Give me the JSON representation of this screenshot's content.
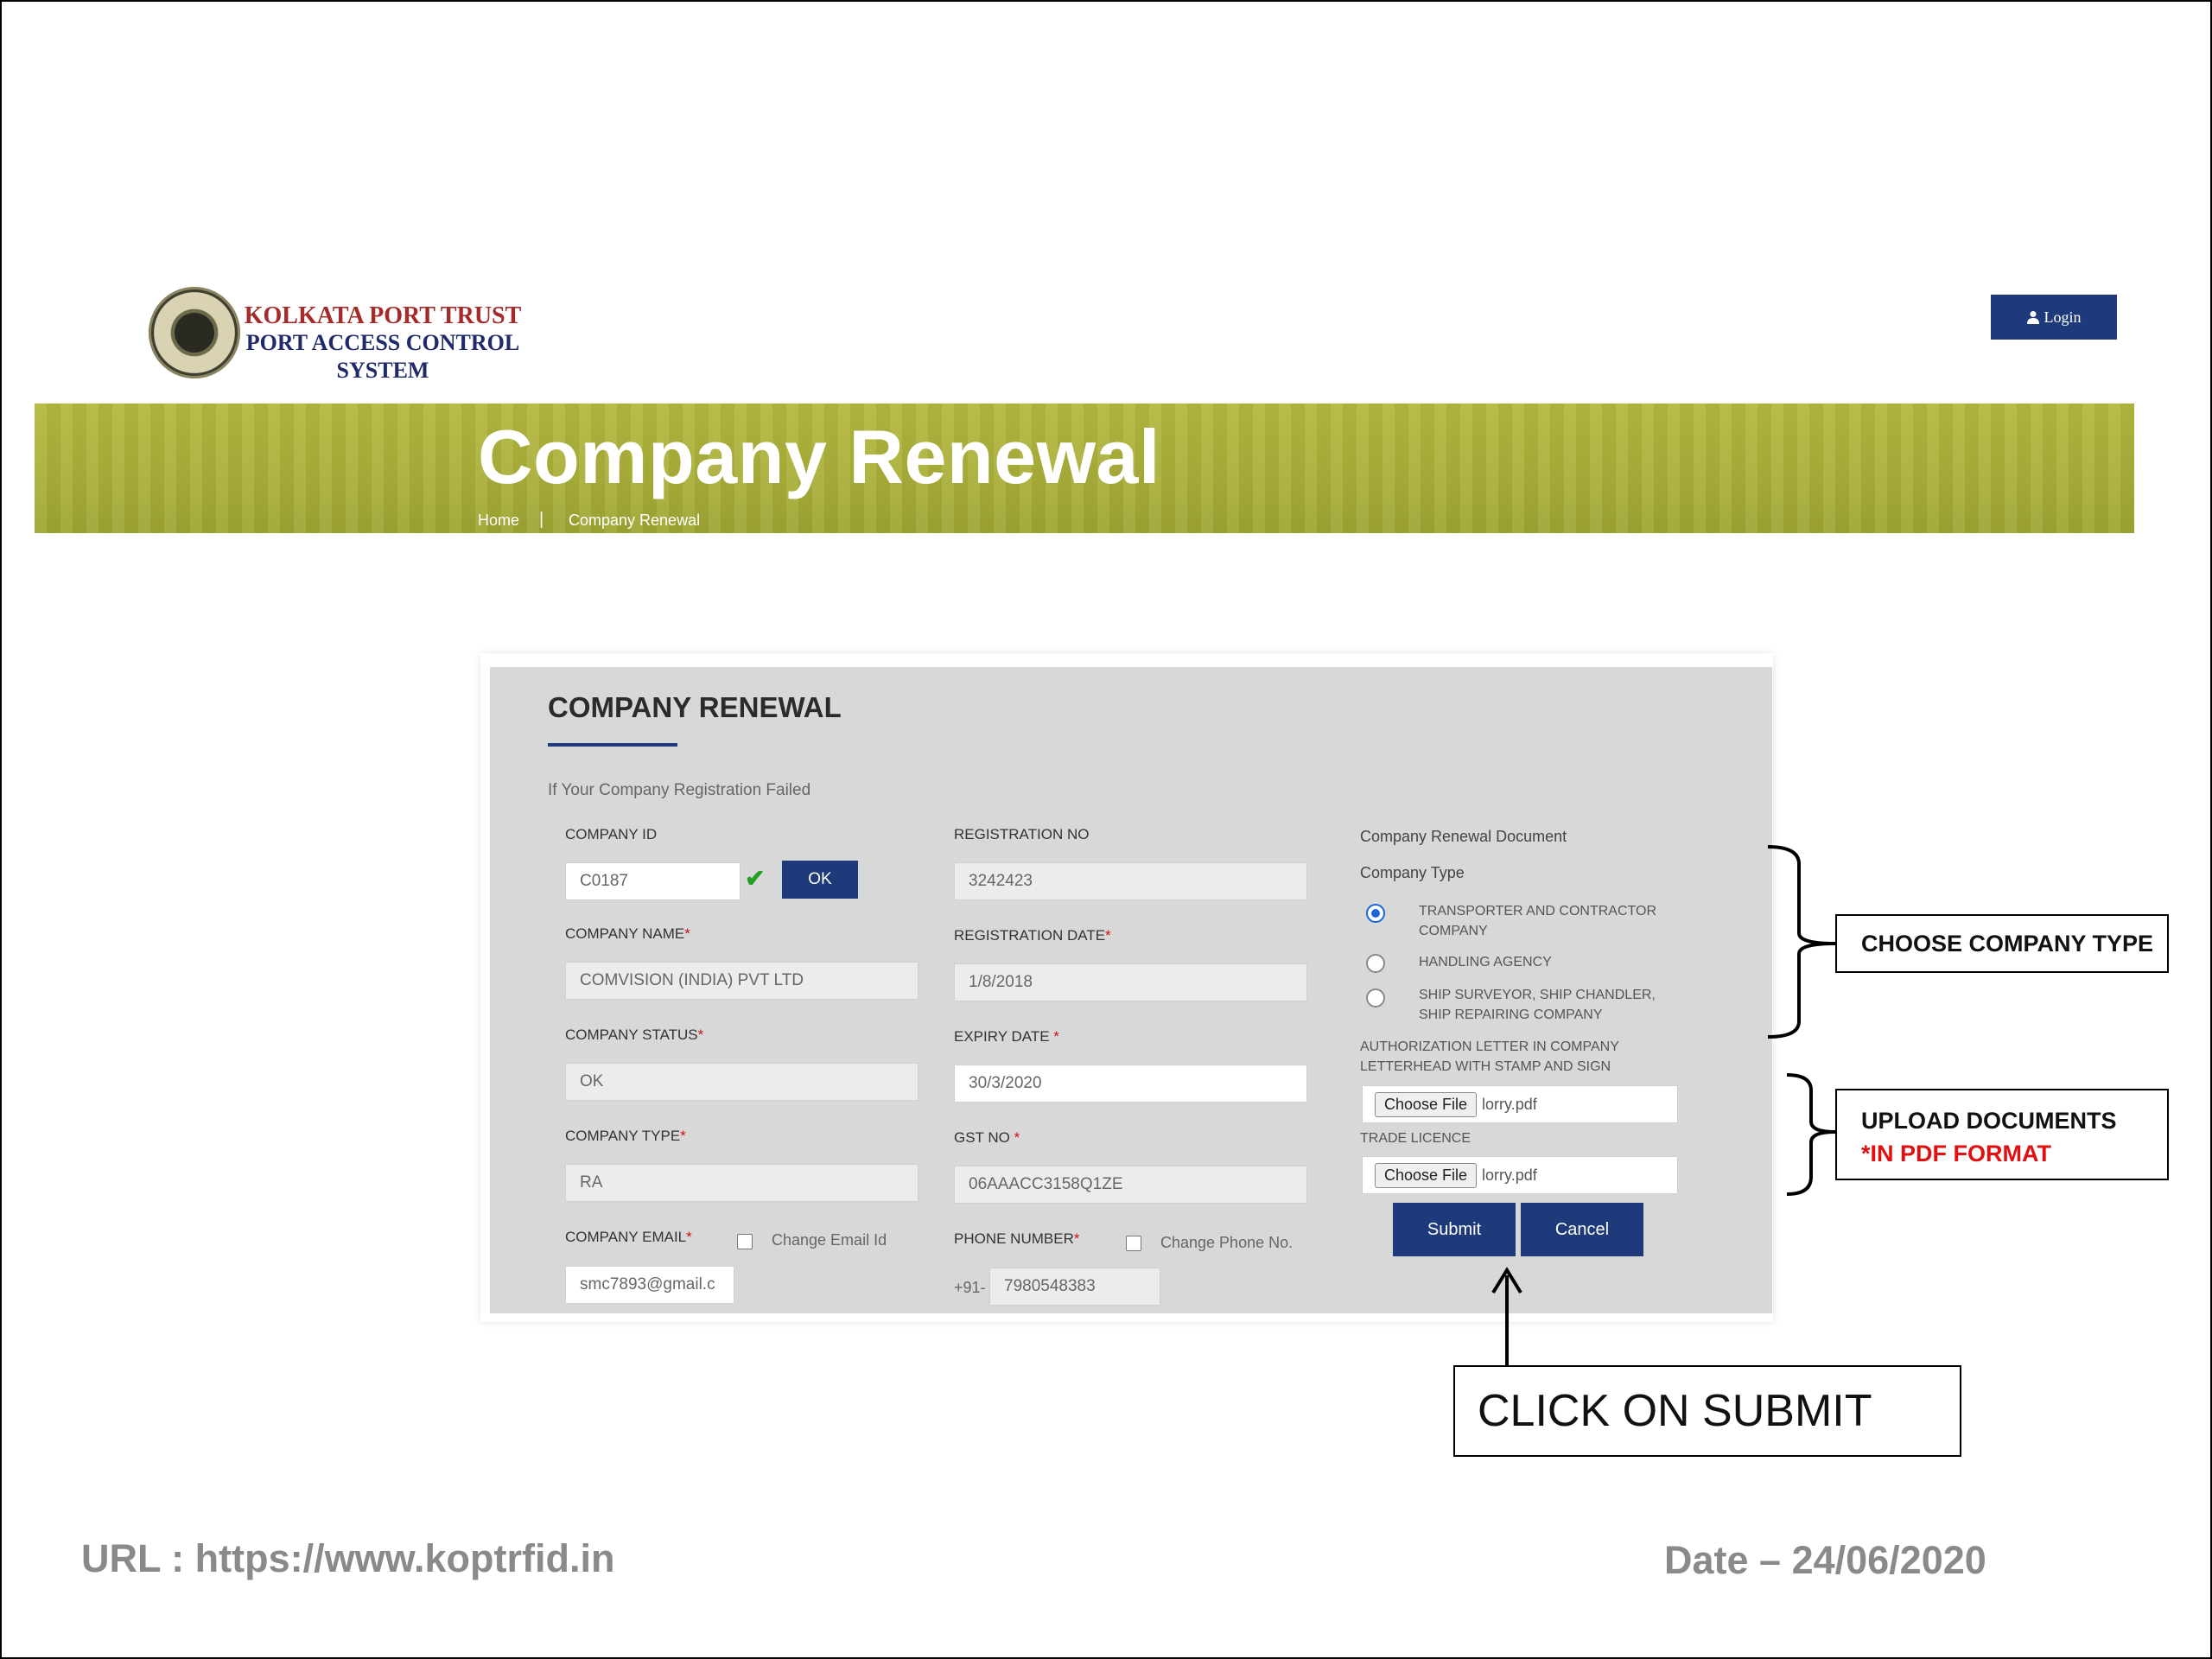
{
  "header": {
    "logo_line1": "KOLKATA PORT TRUST",
    "logo_line2": "PORT ACCESS CONTROL",
    "logo_line3": "SYSTEM",
    "login_label": "Login"
  },
  "banner": {
    "title": "Company Renewal",
    "breadcrumb_home": "Home",
    "breadcrumb_sep": "|",
    "breadcrumb_current": "Company Renewal"
  },
  "form": {
    "title": "COMPANY RENEWAL",
    "subtitle": "If Your Company Registration Failed",
    "company_id": {
      "label": "COMPANY ID",
      "value": "C0187",
      "ok_label": "OK"
    },
    "company_name": {
      "label": "COMPANY NAME",
      "value": "COMVISION (INDIA) PVT LTD"
    },
    "company_status": {
      "label": "COMPANY STATUS",
      "value": "OK"
    },
    "company_type": {
      "label": "COMPANY TYPE",
      "value": "RA"
    },
    "company_email": {
      "label": "COMPANY EMAIL",
      "value": "smc7893@gmail.c",
      "checkbox_label": "Change Email Id"
    },
    "registration_no": {
      "label": "REGISTRATION NO",
      "value": "3242423"
    },
    "registration_date": {
      "label": "REGISTRATION DATE",
      "value": "1/8/2018"
    },
    "expiry_date": {
      "label": "EXPIRY DATE",
      "value": "30/3/2020"
    },
    "gst_no": {
      "label": "GST NO",
      "value": "06AAACC3158Q1ZE"
    },
    "phone_number": {
      "label": "PHONE NUMBER",
      "prefix": "+91-",
      "value": "7980548383",
      "checkbox_label": "Change Phone No."
    },
    "required_mark": "*"
  },
  "documents": {
    "section_label": "Company Renewal Document",
    "type_label": "Company Type",
    "options": [
      {
        "line1": "TRANSPORTER AND CONTRACTOR",
        "line2": "COMPANY",
        "selected": true
      },
      {
        "line1": "HANDLING AGENCY",
        "line2": "",
        "selected": false
      },
      {
        "line1": "SHIP SURVEYOR, SHIP CHANDLER,",
        "line2": "SHIP REPAIRING COMPANY",
        "selected": false
      }
    ],
    "auth_letter_label_1": "AUTHORIZATION LETTER IN COMPANY",
    "auth_letter_label_2": "LETTERHEAD WITH STAMP AND SIGN",
    "trade_licence_label": "TRADE LICENCE",
    "choose_file_label": "Choose File",
    "file1_name": "lorry.pdf",
    "file2_name": "lorry.pdf",
    "submit_label": "Submit",
    "cancel_label": "Cancel"
  },
  "annotations": {
    "choose_type": "CHOOSE COMPANY TYPE",
    "upload_line1": "UPLOAD DOCUMENTS",
    "upload_line2": "*IN PDF FORMAT",
    "click_submit": "CLICK ON SUBMIT"
  },
  "footer": {
    "url": "URL : https://www.koptrfid.in",
    "date": "Date – 24/06/2020"
  },
  "colors": {
    "navy": "#1e3a7a",
    "banner_green": "#a9ae39",
    "required_red": "#d01010",
    "radio_blue": "#1a66d9"
  }
}
